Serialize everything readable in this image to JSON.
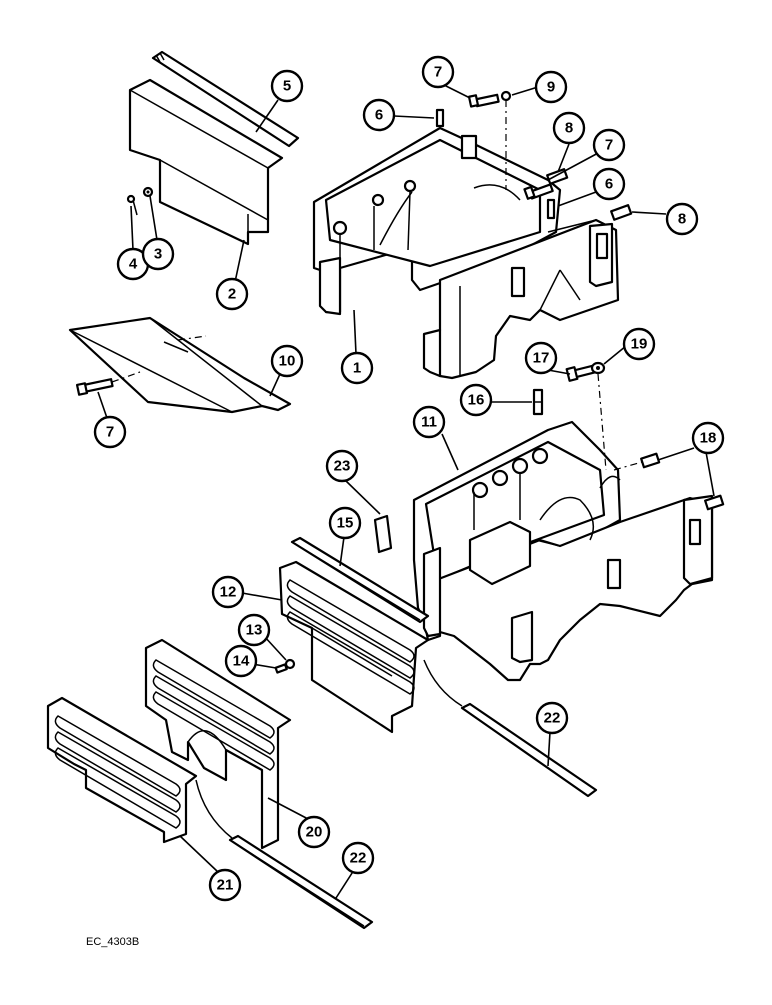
{
  "figure_id": "EC_4303B",
  "callouts": [
    {
      "id": "c5",
      "label": "5"
    },
    {
      "id": "c4",
      "label": "4"
    },
    {
      "id": "c3",
      "label": "3"
    },
    {
      "id": "c2",
      "label": "2"
    },
    {
      "id": "c6a",
      "label": "6"
    },
    {
      "id": "c7a",
      "label": "7"
    },
    {
      "id": "c9",
      "label": "9"
    },
    {
      "id": "c8a",
      "label": "8"
    },
    {
      "id": "c7b",
      "label": "7"
    },
    {
      "id": "c6b",
      "label": "6"
    },
    {
      "id": "c8b",
      "label": "8"
    },
    {
      "id": "c1",
      "label": "1"
    },
    {
      "id": "c10",
      "label": "10"
    },
    {
      "id": "c7c",
      "label": "7"
    },
    {
      "id": "c17",
      "label": "17"
    },
    {
      "id": "c19",
      "label": "19"
    },
    {
      "id": "c16",
      "label": "16"
    },
    {
      "id": "c11",
      "label": "11"
    },
    {
      "id": "c18",
      "label": "18"
    },
    {
      "id": "c23",
      "label": "23"
    },
    {
      "id": "c15",
      "label": "15"
    },
    {
      "id": "c12",
      "label": "12"
    },
    {
      "id": "c13",
      "label": "13"
    },
    {
      "id": "c14",
      "label": "14"
    },
    {
      "id": "c22a",
      "label": "22"
    },
    {
      "id": "c20",
      "label": "20"
    },
    {
      "id": "c21",
      "label": "21"
    },
    {
      "id": "c22b",
      "label": "22"
    }
  ]
}
